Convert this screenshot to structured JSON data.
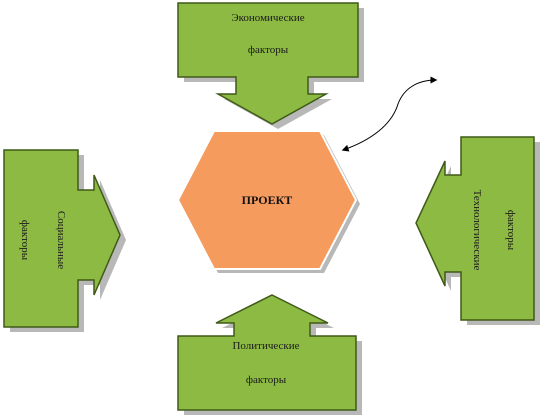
{
  "diagram": {
    "center_label": "ПРОЕКТ",
    "factors": {
      "economic": {
        "line1": "Экономические",
        "line2": "факторы"
      },
      "social": {
        "line1": "Социальные",
        "line2": "факторы"
      },
      "technological": {
        "line1": "Технологические",
        "line2": "факторы"
      },
      "political": {
        "line1": "Политические",
        "line2": "факторы"
      }
    }
  },
  "colors": {
    "factor_fill": "#8dba43",
    "factor_stroke": "#3f5a18",
    "hexagon_fill": "#f59b5e",
    "hexagon_stroke": "#ffffff",
    "shadow": "#a6a6a6",
    "connector": "#000000"
  }
}
